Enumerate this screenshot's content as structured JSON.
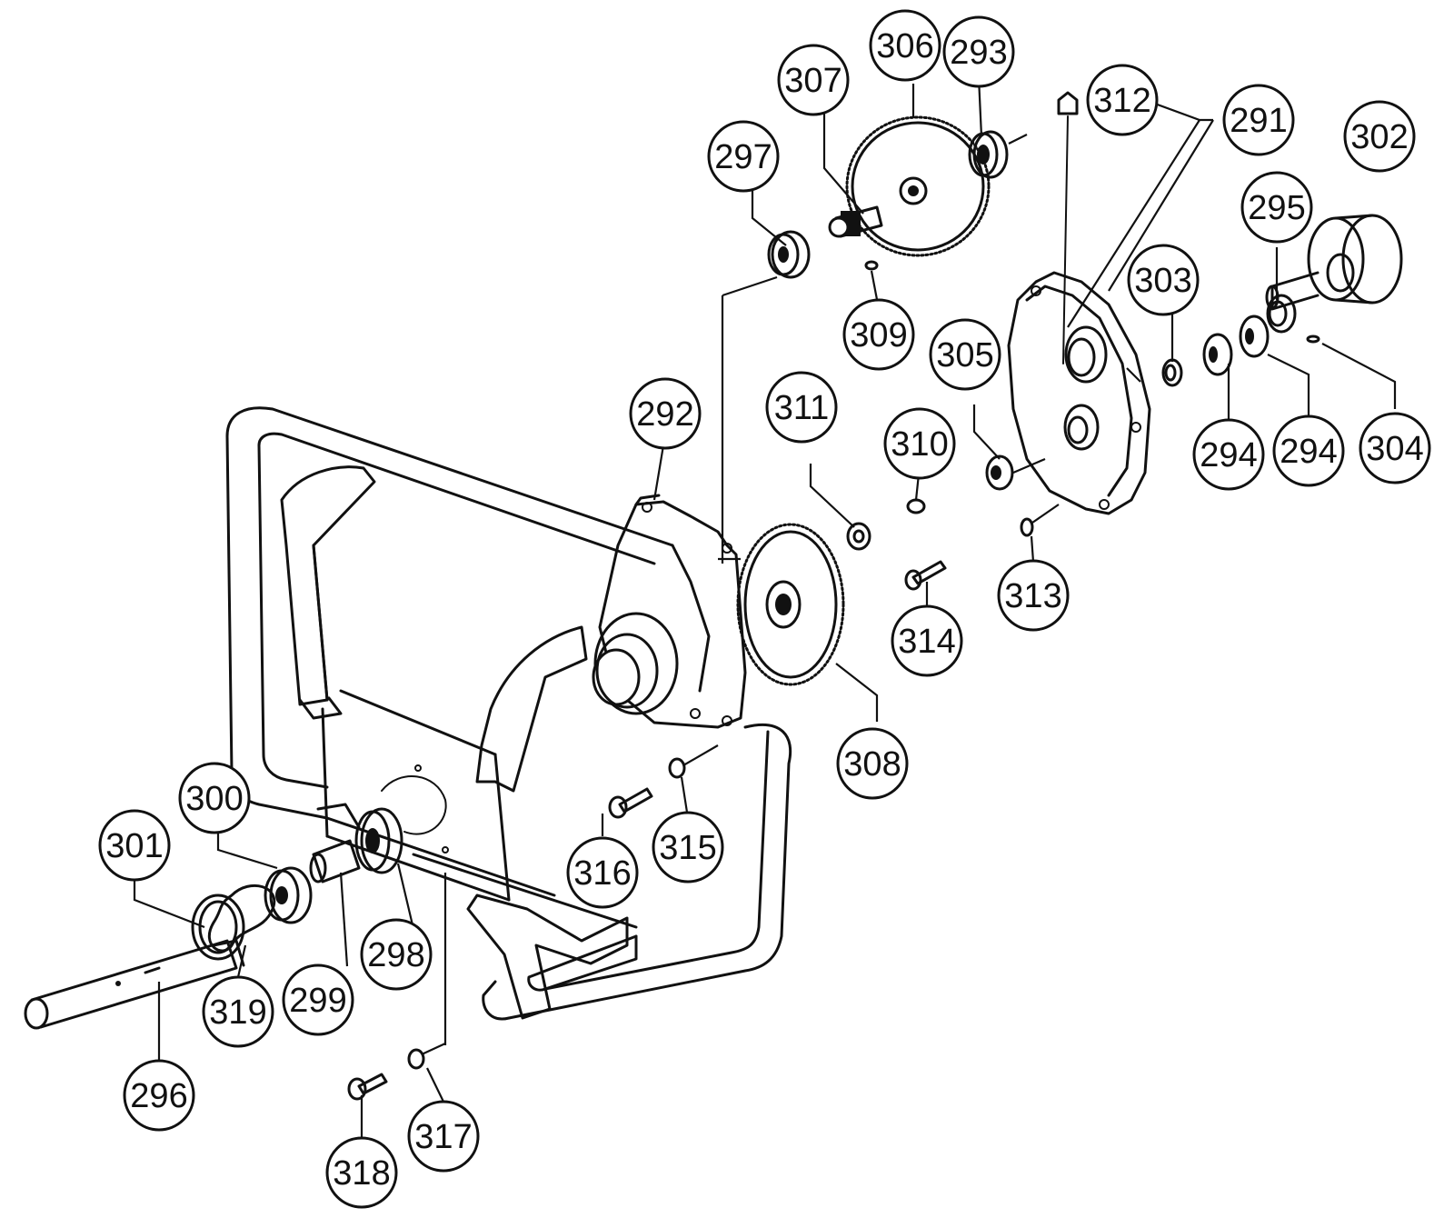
{
  "callouts": [
    {
      "id": "291",
      "label": "291"
    },
    {
      "id": "292",
      "label": "292"
    },
    {
      "id": "293",
      "label": "293"
    },
    {
      "id": "294a",
      "label": "294"
    },
    {
      "id": "294b",
      "label": "294"
    },
    {
      "id": "295",
      "label": "295"
    },
    {
      "id": "296",
      "label": "296"
    },
    {
      "id": "297",
      "label": "297"
    },
    {
      "id": "298",
      "label": "298"
    },
    {
      "id": "299",
      "label": "299"
    },
    {
      "id": "300",
      "label": "300"
    },
    {
      "id": "301",
      "label": "301"
    },
    {
      "id": "302",
      "label": "302"
    },
    {
      "id": "303",
      "label": "303"
    },
    {
      "id": "304",
      "label": "304"
    },
    {
      "id": "305",
      "label": "305"
    },
    {
      "id": "306",
      "label": "306"
    },
    {
      "id": "307",
      "label": "307"
    },
    {
      "id": "308",
      "label": "308"
    },
    {
      "id": "309",
      "label": "309"
    },
    {
      "id": "310",
      "label": "310"
    },
    {
      "id": "311",
      "label": "311"
    },
    {
      "id": "312",
      "label": "312"
    },
    {
      "id": "313",
      "label": "313"
    },
    {
      "id": "314",
      "label": "314"
    },
    {
      "id": "315",
      "label": "315"
    },
    {
      "id": "316",
      "label": "316"
    },
    {
      "id": "317",
      "label": "317"
    },
    {
      "id": "318",
      "label": "318"
    },
    {
      "id": "319",
      "label": "319"
    }
  ]
}
